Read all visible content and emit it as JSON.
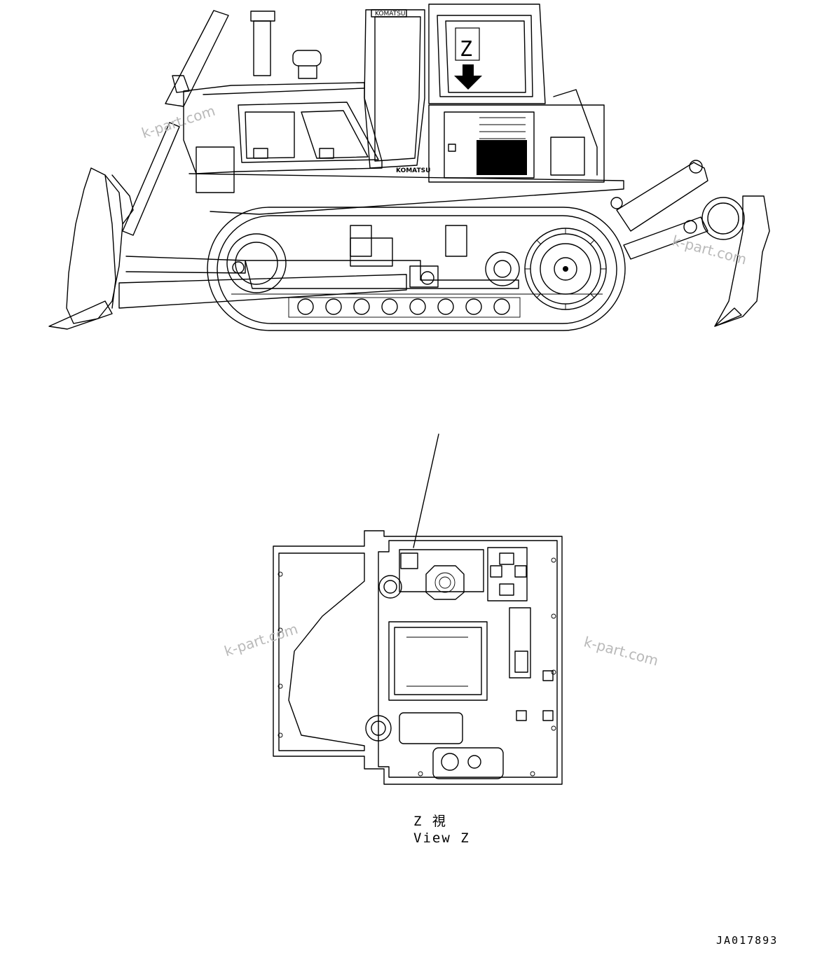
{
  "labels": {
    "view_marker": "Z",
    "view_caption_jp": "Z 視",
    "view_caption_en": "View Z",
    "drawing_number": "JA017893",
    "brand_cab": "KOMATSU",
    "brand_body": "KOMATSU"
  },
  "watermarks": [
    "k-part.com",
    "k-part.com",
    "k-part.com",
    "k-part.com"
  ]
}
